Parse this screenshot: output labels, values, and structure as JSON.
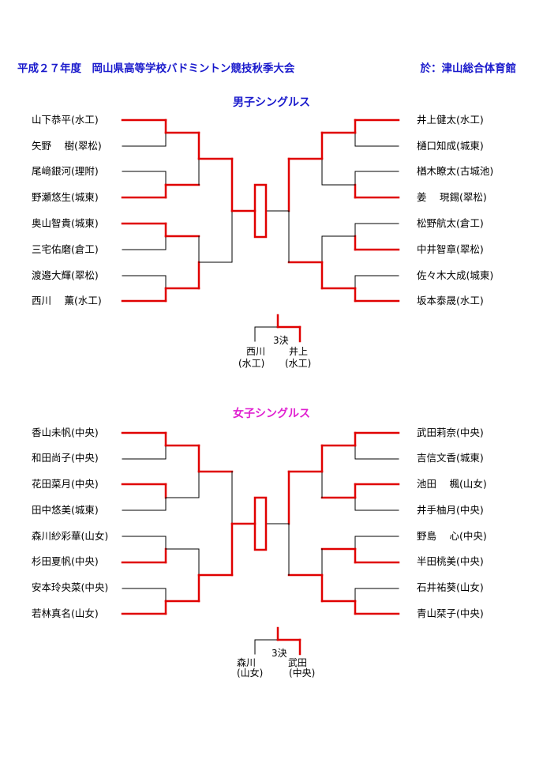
{
  "header": {
    "title": "平成２７年度　岡山県高等学校バドミントン競技秋季大会",
    "venue": "於：津山総合体育館"
  },
  "men": {
    "title": "男子シングルス",
    "left": [
      "山下恭平(水工)",
      "矢野　 樹(翠松)",
      "尾﨑銀河(理附)",
      "野瀬悠生(城東)",
      "奥山智貴(城東)",
      "三宅佑磨(倉工)",
      "渡邉大輝(翠松)",
      "西川　 薫(水工)"
    ],
    "right": [
      "井上健太(水工)",
      "樋口知成(城東)",
      "楢木瞭太(古城池)",
      "姜　 現錫(翠松)",
      "松野航太(倉工)",
      "中井智章(翠松)",
      "佐々木大成(城東)",
      "坂本泰晟(水工)"
    ],
    "third": {
      "label": "3決",
      "left_name": "西川",
      "left_school": "(水工)",
      "right_name": "井上",
      "right_school": "(水工)"
    }
  },
  "women": {
    "title": "女子シングルス",
    "left": [
      "香山未帆(中央)",
      "和田尚子(中央)",
      "花田菜月(中央)",
      "田中悠美(城東)",
      "森川紗彩華(山女)",
      "杉田夏帆(中央)",
      "安本玲央菜(中央)",
      "若林真名(山女)"
    ],
    "right": [
      "武田莉奈(中央)",
      "吉信文香(城東)",
      "池田　 楓(山女)",
      "井手柚月(中央)",
      "野島　 心(中央)",
      "半田桃美(中央)",
      "石井祐葵(山女)",
      "青山栞子(中央)"
    ],
    "third": {
      "label": "3決",
      "left_name": "森川",
      "left_school": "(山女)",
      "right_name": "武田",
      "right_school": "(中央)"
    }
  },
  "colors": {
    "winner": "#e00000",
    "loser": "#000000",
    "men_title": "#1a1acc",
    "women_title": "#e020d0"
  }
}
